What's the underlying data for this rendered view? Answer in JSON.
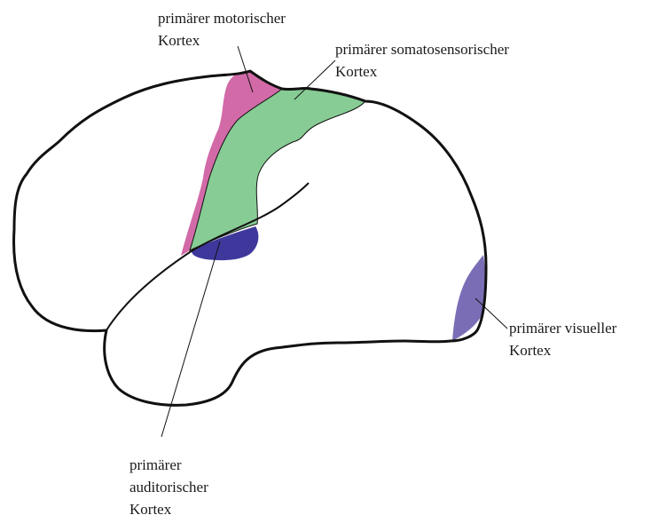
{
  "labels": {
    "motor": {
      "line1": "primärer motorischer",
      "line2": "Kortex"
    },
    "somatosensory": {
      "line1": "primärer somatosensorischer",
      "line2": "Kortex"
    },
    "visual": {
      "line1": "primärer visueller",
      "line2": "Kortex"
    },
    "auditory": {
      "line1": "primärer",
      "line2": "auditorischer",
      "line3": "Kortex"
    }
  },
  "colors": {
    "outline": "#111111",
    "motor_cortex": "#d26aa8",
    "somatosensory_cortex": "#86cc94",
    "auditory_cortex": "#3f389c",
    "visual_cortex": "#7b6db5",
    "background": "#ffffff"
  }
}
